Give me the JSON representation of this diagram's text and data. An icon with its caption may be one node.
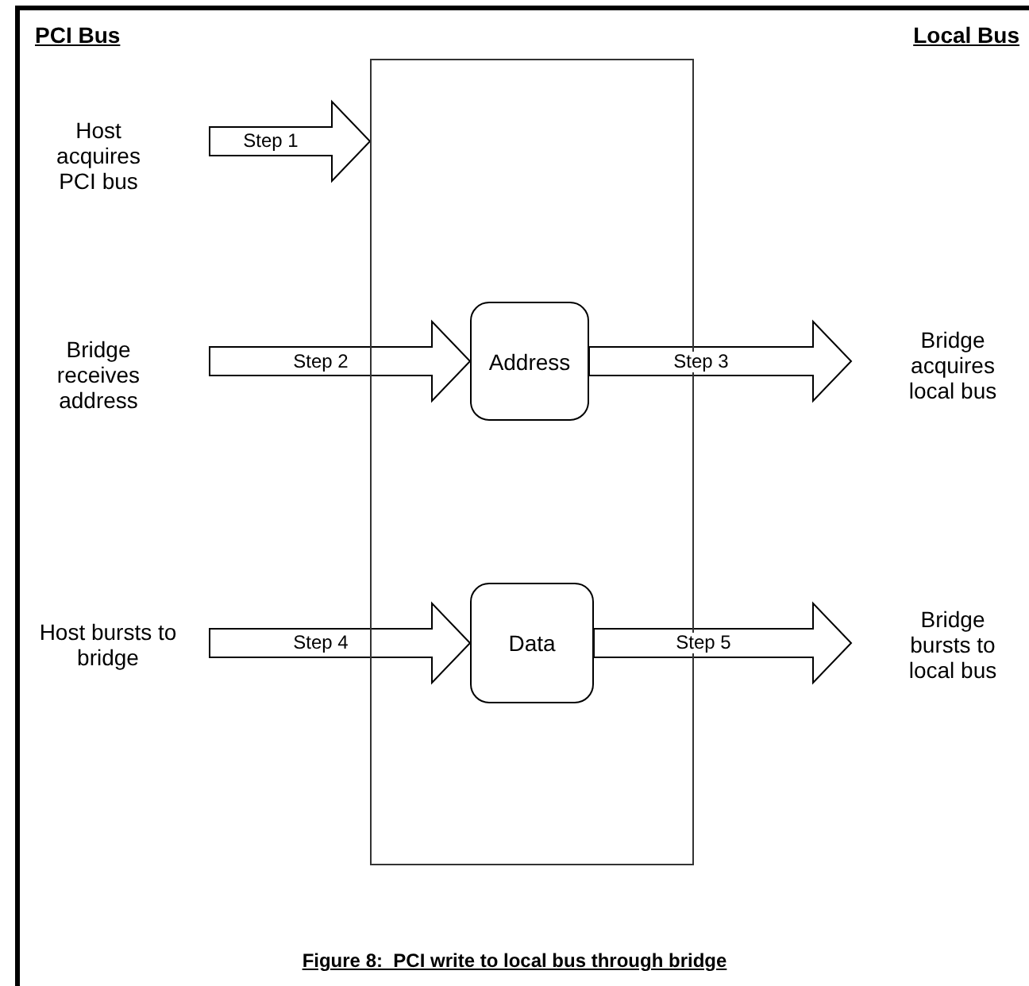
{
  "diagram": {
    "caption": "Figure 8:  PCI write to local bus through bridge",
    "nodes": [
      {
        "text": [
          "Host acquires PCI bus"
        ]
      },
      {
        "text": [],
        "shape": "box"
      },
      {
        "text": [
          "Bridge receives address"
        ]
      },
      {
        "text": [
          "Address"
        ],
        "in": 1
      },
      {
        "text": [
          "Bridge acquires local bus"
        ]
      },
      {
        "text": [
          "Host bursts to bridge"
        ]
      },
      {
        "text": [
          "Data"
        ],
        "in": 1
      },
      {
        "text": [
          "Bridge bursts to local bus"
        ]
      }
    ],
    "edges": [
      {
        "from": 0,
        "to": 1,
        "arrow": "to",
        "label": "Step 1"
      },
      {
        "from": 2,
        "to": 3,
        "arrow": "to",
        "label": "Step 2"
      },
      {
        "from": 3,
        "to": 4,
        "arrow": "to",
        "label": "Step 3"
      },
      {
        "from": 5,
        "to": 6,
        "arrow": "to",
        "label": "Step 4"
      },
      {
        "from": 6,
        "to": 7,
        "arrow": "to",
        "label": "Step 5"
      }
    ],
    "labels": [
      "PCI Bus",
      "Local Bus"
    ]
  }
}
